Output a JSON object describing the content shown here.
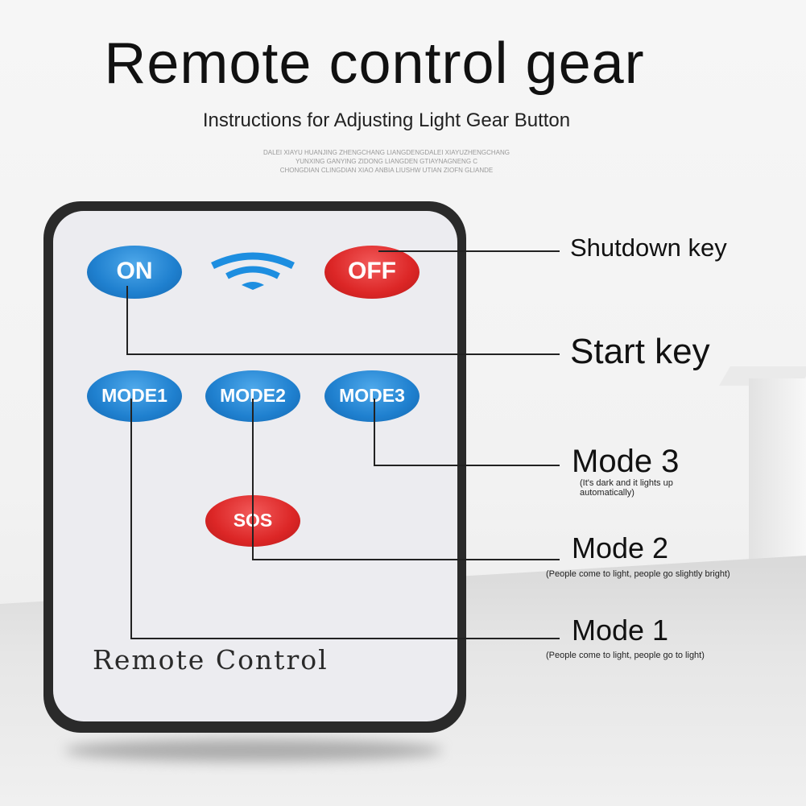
{
  "title": "Remote control gear",
  "subtitle": "Instructions for Adjusting Light Gear Button",
  "fine_print": [
    "DALEI XIAYU HUANJING ZHENGCHANG LIANGDENGDALEI XIAYUZHENGCHANG",
    "YUNXING GANYING ZIDONG LIANGDEN GTIAYNAGNENG C",
    "CHONGDIAN CLINGDIAN XIAO ANBIA LIUSHW UTIAN ZIOFN GLIANDE"
  ],
  "remote": {
    "brand": "Remote Control",
    "buttons": {
      "on": "ON",
      "off": "OFF",
      "mode1": "MODE1",
      "mode2": "MODE2",
      "mode3": "MODE3",
      "sos": "SOS"
    },
    "signal_icon": "wifi-signal-icon"
  },
  "callouts": {
    "shutdown": "Shutdown key",
    "start": "Start key",
    "mode3": {
      "label": "Mode 3",
      "note": "(It's dark and it lights up automatically)"
    },
    "mode2": {
      "label": "Mode 2",
      "note": "(People come to light, people go slightly bright)"
    },
    "mode1": {
      "label": "Mode 1",
      "note": "(People come to light, people go to light)"
    }
  },
  "colors": {
    "blue_button": "#1f80cf",
    "red_button": "#dc2626",
    "remote_case": "#2a2a2a",
    "remote_face": "#ececf0"
  }
}
